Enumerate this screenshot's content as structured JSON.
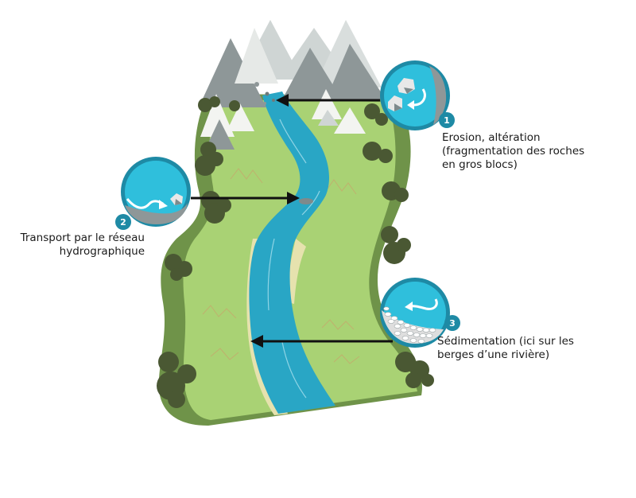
{
  "steps": [
    {
      "number": "1",
      "lines": [
        "Erosion, altération",
        "(fragmentation des roches",
        "en gros blocs)"
      ]
    },
    {
      "number": "2",
      "lines": [
        "Transport par le réseau",
        "hydrographique"
      ]
    },
    {
      "number": "3",
      "lines": [
        "Sédimentation (ici sur les",
        "berges d’une rivière)"
      ]
    }
  ],
  "colors": {
    "land_dark": "#6f9349",
    "land_light": "#a9d274",
    "river": "#29a6c5",
    "sand": "#e6e2ae",
    "mountain_dark": "#8e9798",
    "mountain_light": "#cfd5d4",
    "snow": "#f3f4f1",
    "tree": "#4a5833",
    "callout_fill": "#2fbfdc",
    "callout_ring": "#1e8aa5",
    "arrow": "#111111"
  },
  "icons": [
    "mountain-icon",
    "tree-icon",
    "rock-icon",
    "swirl-arrow-icon",
    "pebbles-icon"
  ]
}
